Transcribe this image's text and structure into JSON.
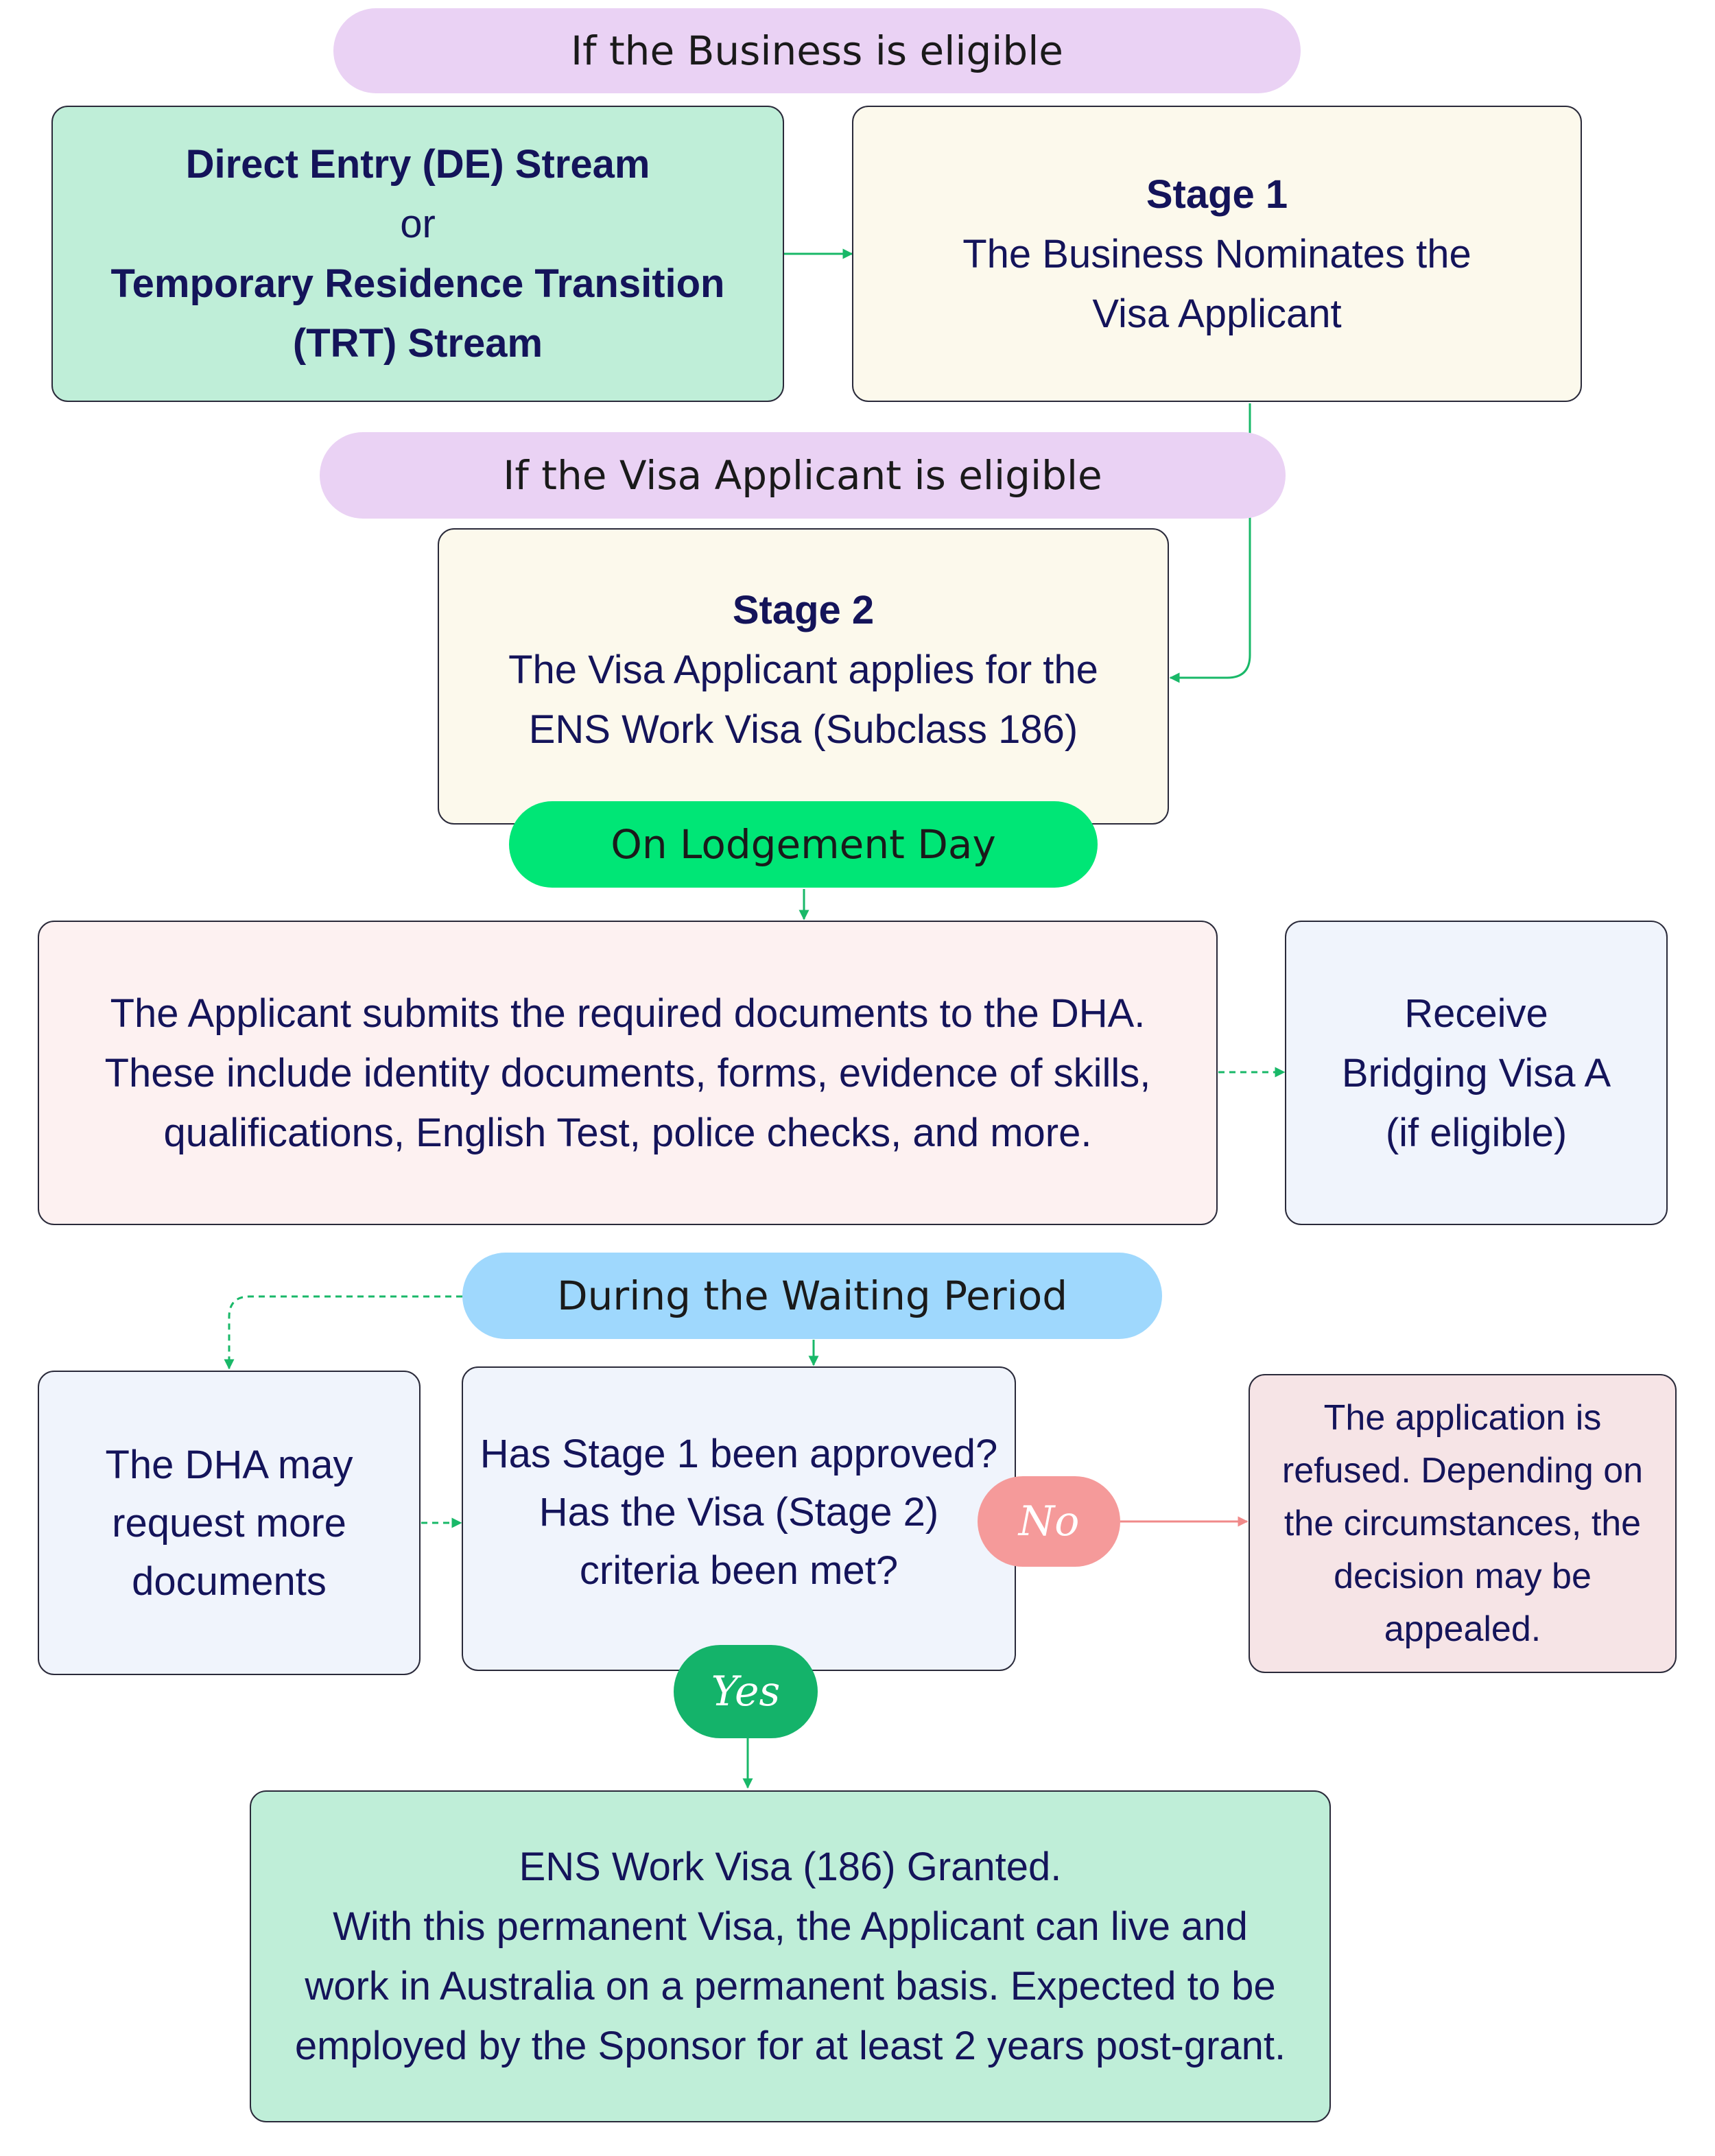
{
  "colors": {
    "pill_lavender": "#ead2f4",
    "pill_green": "#00e676",
    "pill_blue": "#9fd8fd",
    "pill_no": "#f59a9a",
    "pill_yes": "#14b36a",
    "box_mint": "#bfeed8",
    "box_cream": "#fcf9ec",
    "box_pink": "#fdf1f1",
    "box_blue": "#f0f4fc",
    "box_refused": "#f6e4e6",
    "text_navy": "#14145a",
    "arrow_green": "#19b868",
    "arrow_red": "#f08a8a"
  },
  "pills": {
    "business_eligible": "If the Business is eligible",
    "applicant_eligible": "If the Visa Applicant is eligible",
    "lodgement_day": "On Lodgement Day",
    "waiting_period": "During the Waiting Period",
    "no": "No",
    "yes": "Yes"
  },
  "streams": {
    "line1": "Direct Entry (DE) Stream",
    "line2": "or",
    "line3": "Temporary Residence Transition",
    "line4": "(TRT) Stream"
  },
  "stage1": {
    "title": "Stage 1",
    "line1": "The Business Nominates the",
    "line2": "Visa Applicant"
  },
  "stage2": {
    "title": "Stage 2",
    "line1": "The Visa Applicant applies for the",
    "line2": "ENS Work Visa (Subclass 186)"
  },
  "submission": {
    "line1": "The Applicant submits the required documents to the DHA.",
    "line2": "These include identity documents, forms, evidence of skills,",
    "line3": "qualifications, English Test, police checks, and more."
  },
  "bridging": {
    "line1": "Receive",
    "line2": "Bridging Visa A",
    "line3": "(if eligible)"
  },
  "dha_request": {
    "line1": "The DHA may",
    "line2": "request more",
    "line3": "documents"
  },
  "approval_question": {
    "line1": "Has Stage 1 been approved?",
    "line2": "Has the Visa (Stage 2)",
    "line3": "criteria been met?"
  },
  "refused": {
    "line1": "The application is",
    "line2": "refused. Depending on",
    "line3": "the circumstances, the",
    "line4": "decision may be",
    "line5": "appealed."
  },
  "granted": {
    "line1": "ENS Work Visa (186) Granted.",
    "line2": "With this permanent Visa, the Applicant can live and",
    "line3": "work in Australia on a permanent basis. Expected to be",
    "line4": "employed by the Sponsor for at least 2 years post-grant."
  }
}
